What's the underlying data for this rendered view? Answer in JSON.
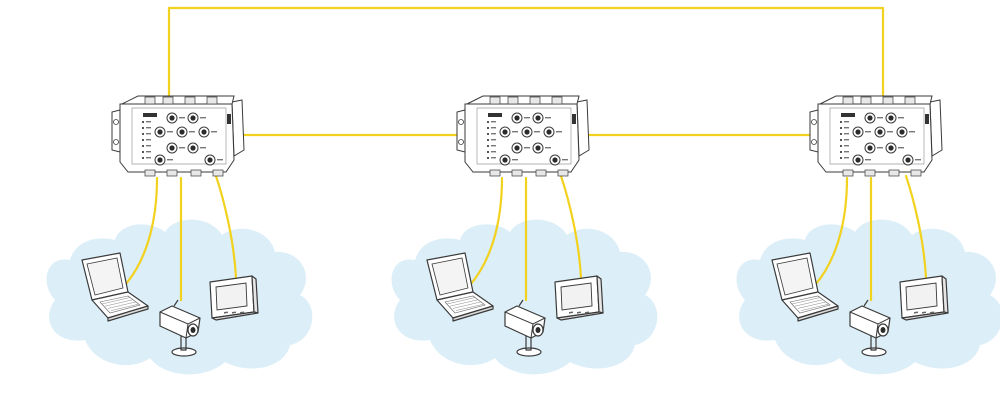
{
  "diagram": {
    "type": "network-topology",
    "topology": "ring",
    "link_color": "#f2d21f",
    "cloud_color": "#dceef8",
    "device_stroke": "#3a3a3a",
    "groups": [
      {
        "id": "group-1",
        "switch": {
          "icon": "industrial-ethernet-switch-icon"
        },
        "endpoints": [
          {
            "icon": "laptop-icon"
          },
          {
            "icon": "ip-camera-icon"
          },
          {
            "icon": "touch-panel-monitor-icon"
          }
        ]
      },
      {
        "id": "group-2",
        "switch": {
          "icon": "industrial-ethernet-switch-icon"
        },
        "endpoints": [
          {
            "icon": "laptop-icon"
          },
          {
            "icon": "ip-camera-icon"
          },
          {
            "icon": "touch-panel-monitor-icon"
          }
        ]
      },
      {
        "id": "group-3",
        "switch": {
          "icon": "industrial-ethernet-switch-icon"
        },
        "endpoints": [
          {
            "icon": "laptop-icon"
          },
          {
            "icon": "ip-camera-icon"
          },
          {
            "icon": "touch-panel-monitor-icon"
          }
        ]
      }
    ],
    "links": [
      {
        "from": "group-1",
        "to": "group-2",
        "kind": "ring-segment"
      },
      {
        "from": "group-2",
        "to": "group-3",
        "kind": "ring-segment"
      },
      {
        "from": "group-1",
        "to": "group-3",
        "kind": "ring-return-over-top"
      }
    ]
  }
}
